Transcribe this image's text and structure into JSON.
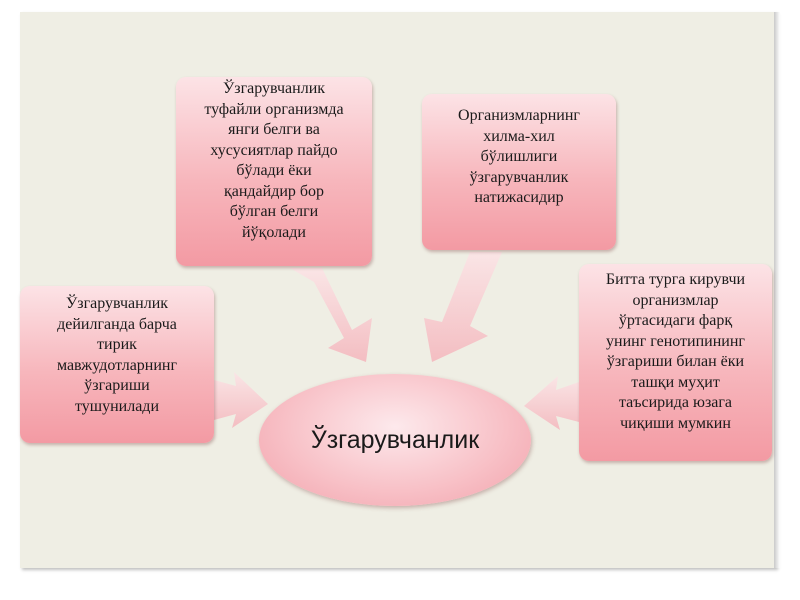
{
  "center": {
    "label": "Ўзгарувчанлик"
  },
  "boxes": {
    "top_left": "Ўзгарувчанлик\nтуфайли организмда\nянги белги ва\nхусусиятлар пайдо\nбўлади ёки\nқандайдир бор\nбўлган белги\nйўқолади",
    "top_right": "Организмларнинг\nхилма-хил\nбўлишлиги\nўзгарувчанлик\nнатижасидир",
    "left": "Ўзгарувчанлик\nдейилганда барча\nтирик\nмавжудотларнинг\nўзгариши\nтушунилади",
    "right": "Битта турга кирувчи\nорганизмлар\nўртасидаги фарқ\nунинг  генотипининг\nўзгариши билан ёки\nташқи муҳит\nтаъсирида юзага\nчиқиши мумкин"
  },
  "colors": {
    "background": "#efeee4",
    "box_fill": "#f7b6bc",
    "arrow_fill": "#f6c7cb"
  }
}
